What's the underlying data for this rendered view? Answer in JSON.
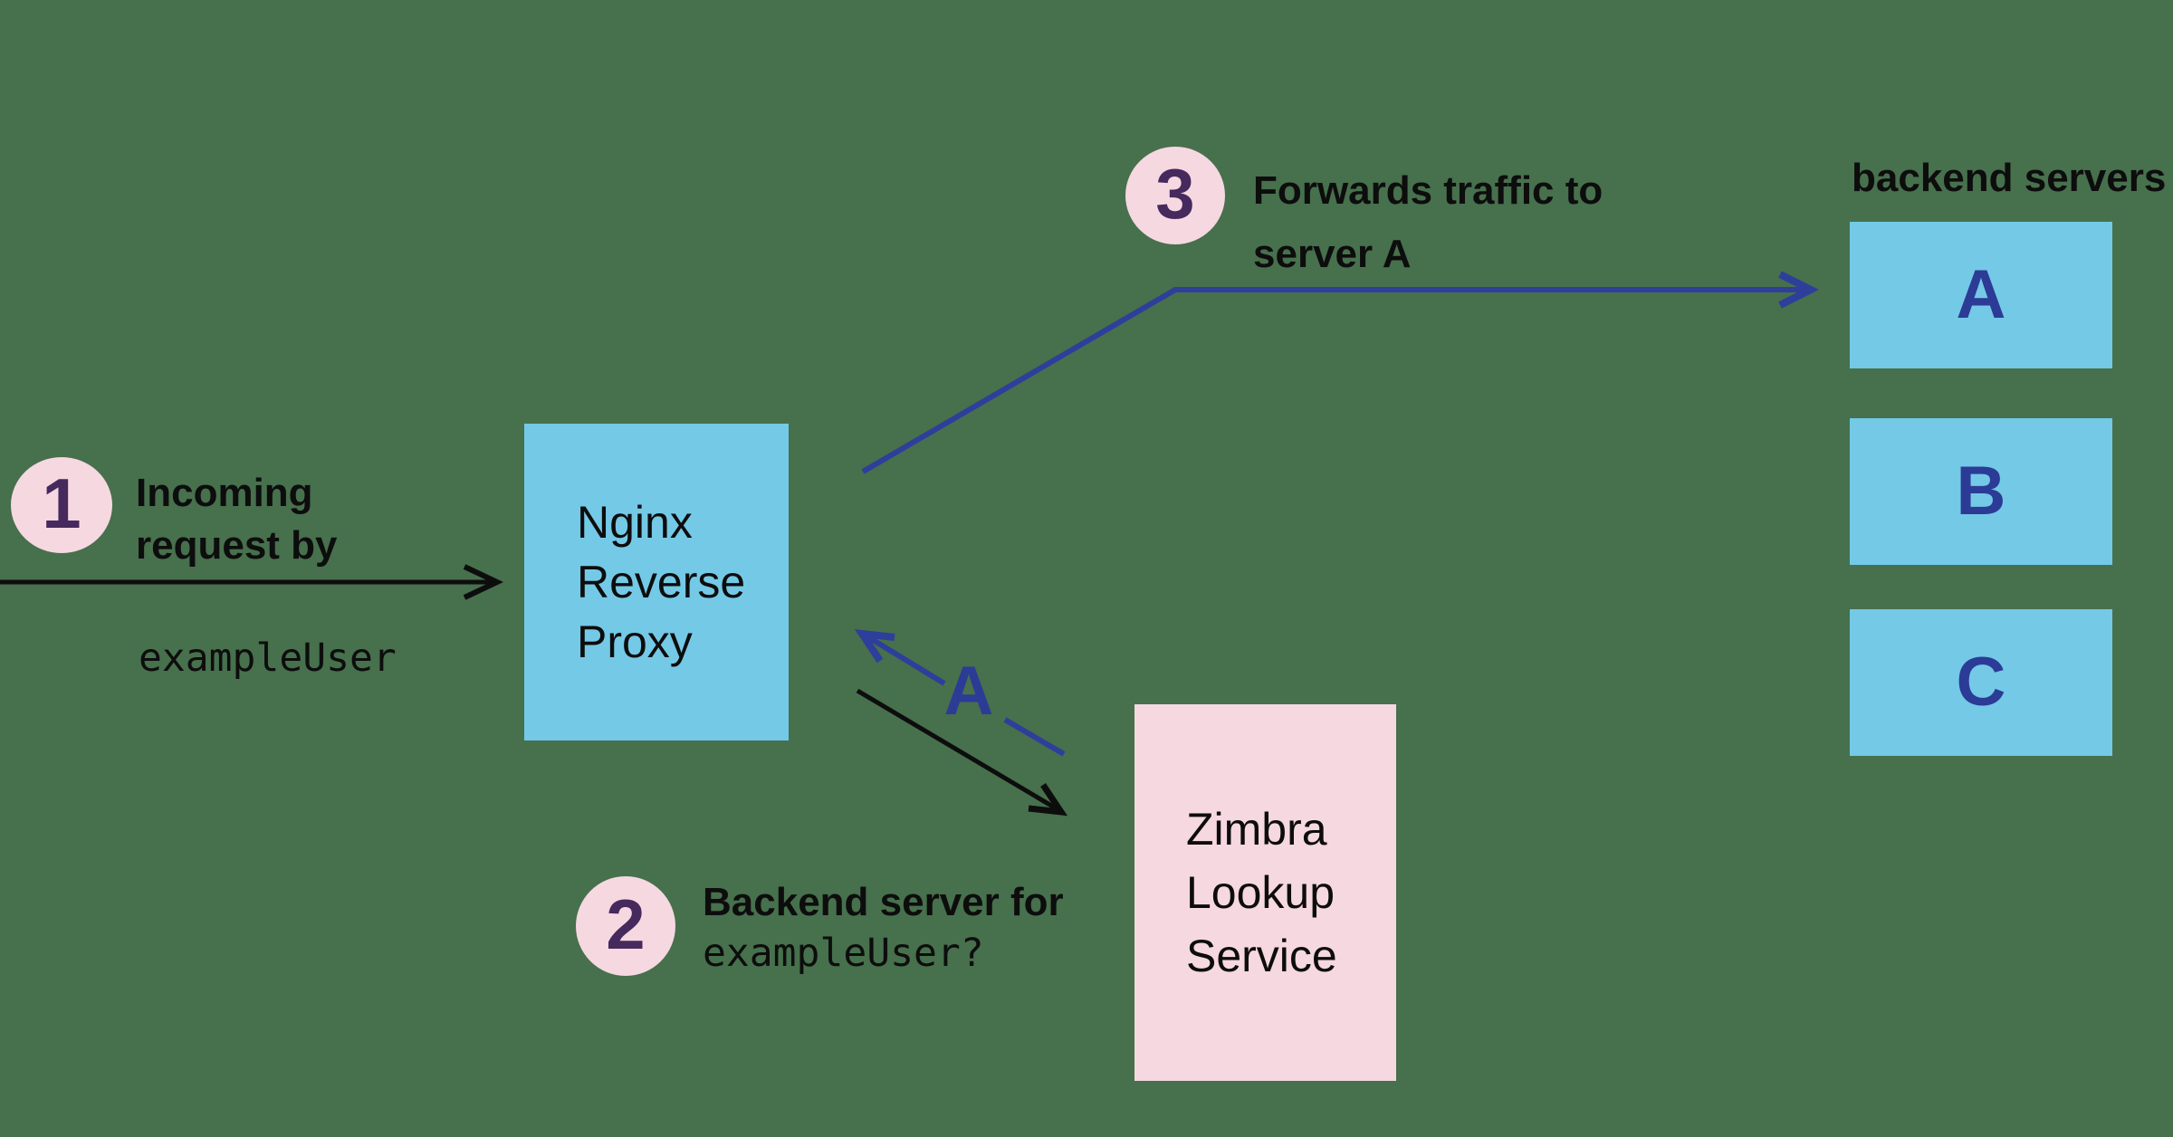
{
  "colors": {
    "background": "#47704d",
    "node_blue": "#74c9e6",
    "node_pink": "#f6d8e1",
    "badge_pink": "#f6d8e1",
    "number_purple": "#46295d",
    "letter_blue": "#2b3b96",
    "arrow_blue": "#2e3e9b",
    "arrow_black": "#0d0d0d",
    "label_black": "#0d0d0d"
  },
  "steps": {
    "step1": {
      "number": "1",
      "label": "Incoming\nrequest by",
      "code": "exampleUser"
    },
    "step2": {
      "number": "2",
      "label": "Backend server for",
      "code": "exampleUser?"
    },
    "step3": {
      "number": "3",
      "label": "Forwards traffic to\nserver A"
    }
  },
  "nodes": {
    "proxy": {
      "label": "Nginx\nReverse\nProxy"
    },
    "lookup": {
      "label": "Zimbra\nLookup\nService"
    },
    "backend_group_title": "backend servers",
    "backend_servers": [
      {
        "label": "A"
      },
      {
        "label": "B"
      },
      {
        "label": "C"
      }
    ]
  },
  "edges": {
    "lookup_response_label": "A"
  }
}
